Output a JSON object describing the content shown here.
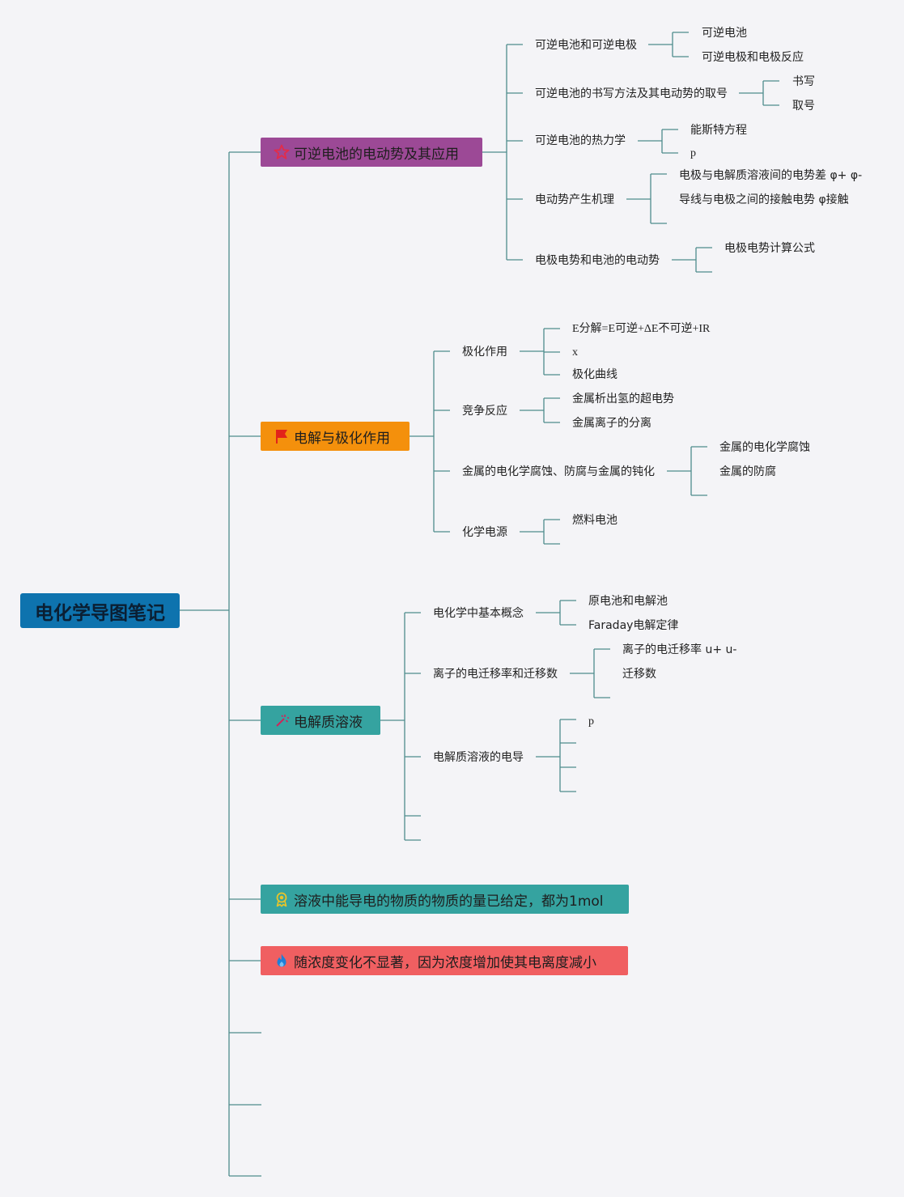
{
  "root": "电化学导图笔记",
  "colors": {
    "line": "#4e8c8c",
    "root_bg": "#0e73ae",
    "branch1_bg": "#9c4996",
    "branch2_bg": "#f4900c",
    "branch3_bg": "#35a3a0",
    "branch4_bg": "#35a3a0",
    "branch5_bg": "#f05f61"
  },
  "branches": [
    {
      "label": "可逆电池的电动势及其应用",
      "icon": "star-icon"
    },
    {
      "label": "电解与极化作用",
      "icon": "flag-icon"
    },
    {
      "label": "电解质溶液",
      "icon": "wand-icon"
    },
    {
      "label": "溶液中能导电的物质的物质的量已给定，都为1mol",
      "icon": "award-icon"
    },
    {
      "label": "随浓度变化不显著，因为浓度增加使其电离度减小",
      "icon": "fire-icon"
    }
  ],
  "b1": {
    "c1": "可逆电池和可逆电极",
    "c1_1": "可逆电池",
    "c1_2": "可逆电极和电极反应",
    "c2": "可逆电池的书写方法及其电动势的取号",
    "c2_1": "书写",
    "c2_2": "取号",
    "c3": "可逆电池的热力学",
    "c3_1": "能斯特方程",
    "c3_2": "p",
    "c4": "电动势产生机理",
    "c4_1": "电极与电解质溶液间的电势差 φ+ φ-",
    "c4_2": "导线与电极之间的接触电势 φ接触",
    "c5": "电极电势和电池的电动势",
    "c5_1": "电极电势计算公式"
  },
  "b2": {
    "c1": "极化作用",
    "c1_1": "E分解=E可逆+ΔE不可逆+IR",
    "c1_2": "x",
    "c1_3": "极化曲线",
    "c2": "竞争反应",
    "c2_1": "金属析出氢的超电势",
    "c2_2": "金属离子的分离",
    "c3": "金属的电化学腐蚀、防腐与金属的钝化",
    "c3_1": "金属的电化学腐蚀",
    "c3_2": "金属的防腐",
    "c4": "化学电源",
    "c4_1": "燃料电池"
  },
  "b3": {
    "c1": "电化学中基本概念",
    "c1_1": "原电池和电解池",
    "c1_2": "Faraday电解定律",
    "c2": "离子的电迁移率和迁移数",
    "c2_1": "离子的电迁移率 u+ u-",
    "c2_2": "迁移数",
    "c3": "电解质溶液的电导",
    "c3_1": "p"
  }
}
